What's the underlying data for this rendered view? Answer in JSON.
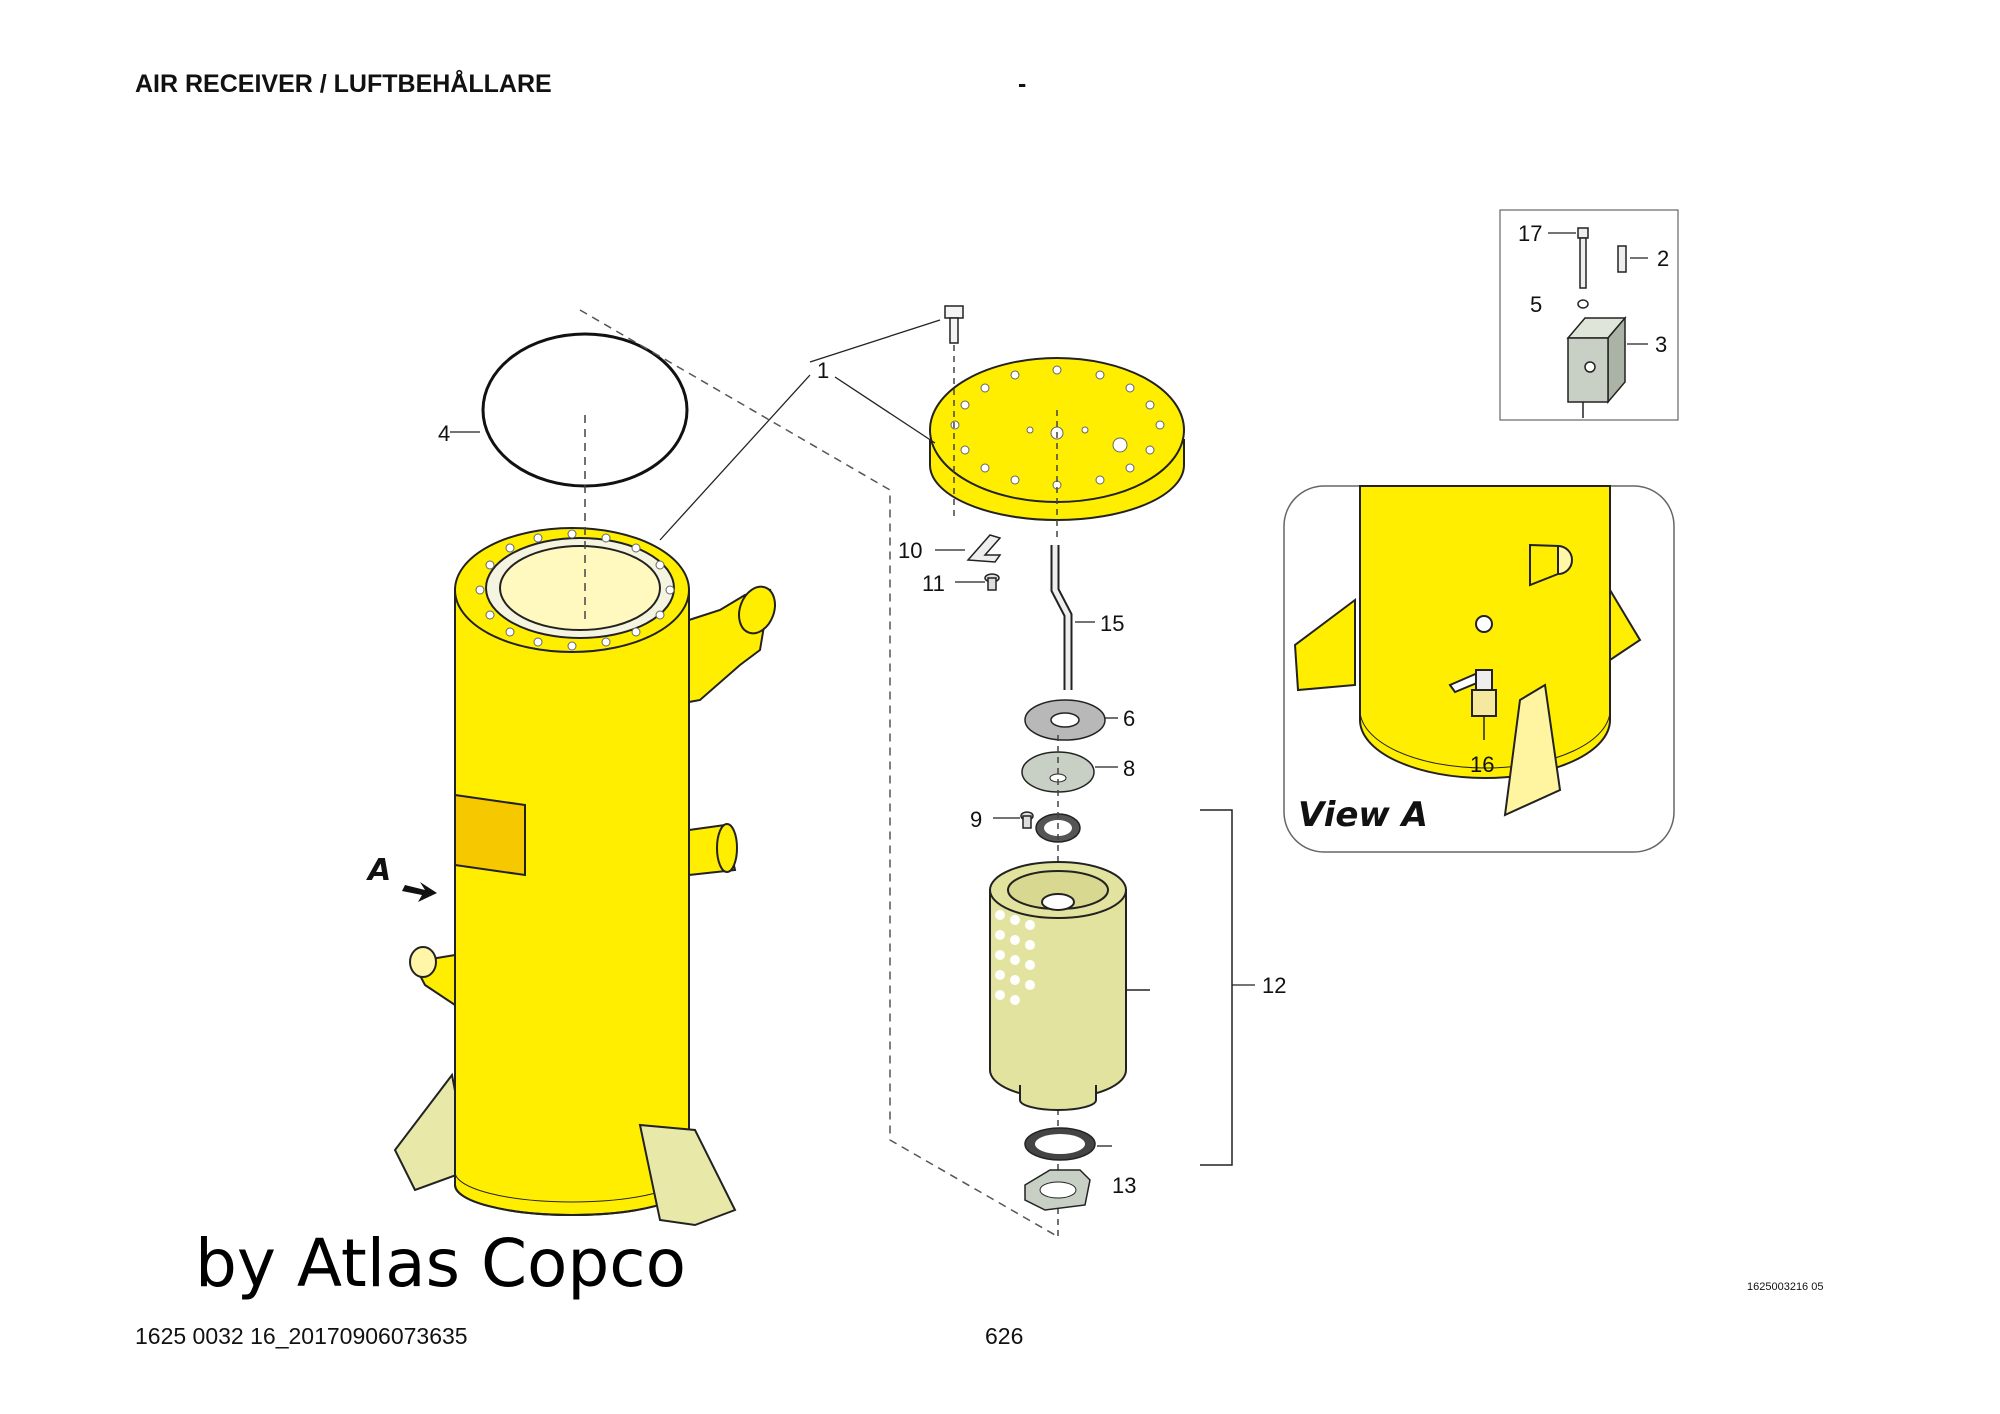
{
  "header": {
    "title": "AIR RECEIVER / LUFTBEHÅLLARE",
    "center_mark": "-"
  },
  "footer": {
    "document_code": "1625 0032 16_20170906073635",
    "page_number": "626"
  },
  "watermark": "by Atlas Copco",
  "drawing_code": "1625003216 05",
  "view_label": "View A",
  "direction_marker": "A",
  "colors": {
    "vessel": "#ffee00",
    "filter": "#e3e3a0",
    "block": "#c8cfc4",
    "outline": "#222222"
  },
  "callouts": [
    {
      "id": "c1",
      "label": "1"
    },
    {
      "id": "c2",
      "label": "2"
    },
    {
      "id": "c3",
      "label": "3"
    },
    {
      "id": "c4",
      "label": "4"
    },
    {
      "id": "c5",
      "label": "5"
    },
    {
      "id": "c6",
      "label": "6"
    },
    {
      "id": "c8",
      "label": "8"
    },
    {
      "id": "c9",
      "label": "9"
    },
    {
      "id": "c10",
      "label": "10"
    },
    {
      "id": "c11",
      "label": "11"
    },
    {
      "id": "c12",
      "label": "12"
    },
    {
      "id": "c13",
      "label": "13"
    },
    {
      "id": "c15",
      "label": "15"
    },
    {
      "id": "c16",
      "label": "16"
    },
    {
      "id": "c17",
      "label": "17"
    }
  ]
}
